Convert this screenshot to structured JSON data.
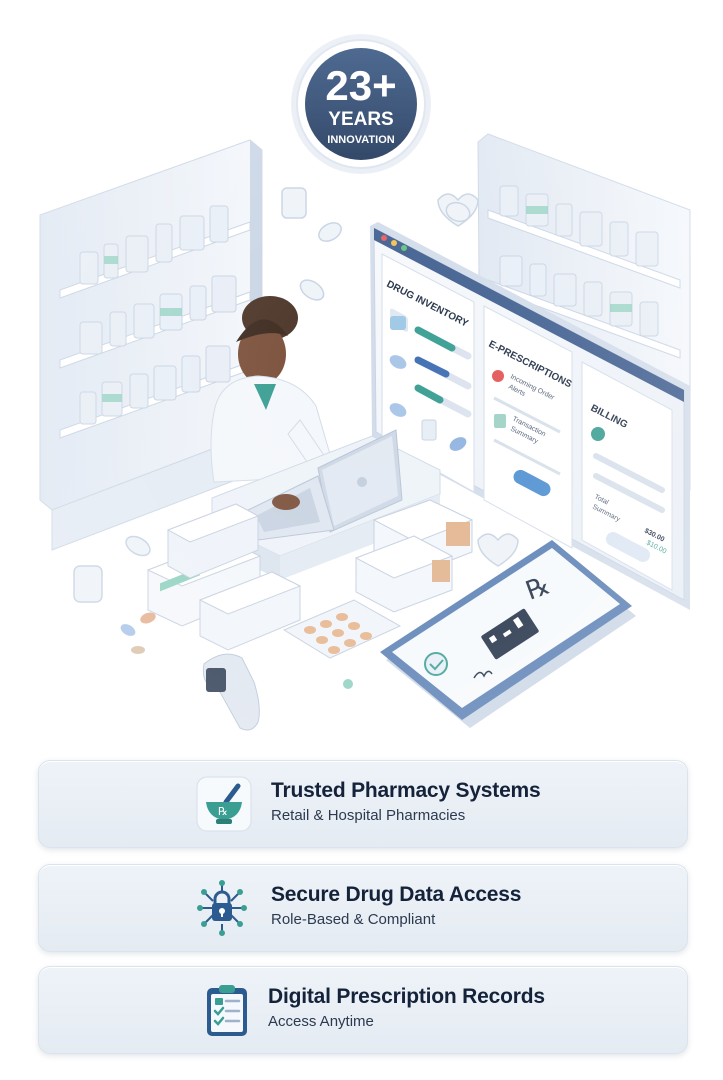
{
  "badge": {
    "number": "23+",
    "line1": "YEARS",
    "line2": "INNOVATION"
  },
  "screen": {
    "panel_inventory": "DRUG INVENTORY",
    "panel_prescriptions": "E-PRESCRIPTIONS",
    "incoming_line1": "Incoming Order",
    "incoming_line2": "Alerts",
    "transaction_line1": "Transaction",
    "transaction_line2": "Summary",
    "panel_billing": "BILLING",
    "total_line1": "Total",
    "total_line2": "Summary",
    "amount1": "$30.00",
    "amount2": "$10.00"
  },
  "phone": {
    "rx_symbol": "℞"
  },
  "features": [
    {
      "title": "Trusted Pharmacy Systems",
      "subtitle": "Retail & Hospital Pharmacies",
      "icon": "mortar-pestle-rx-icon"
    },
    {
      "title": "Secure Drug Data Access",
      "subtitle": "Role-Based & Compliant",
      "icon": "padlock-network-icon"
    },
    {
      "title": "Digital Prescription Records",
      "subtitle": "Access Anytime",
      "icon": "clipboard-checklist-icon"
    }
  ],
  "colors": {
    "accent_teal": "#3a9e92",
    "navy": "#1f3b63",
    "badge_bg": "#23406b",
    "panel_bg": "#eef3f8"
  }
}
